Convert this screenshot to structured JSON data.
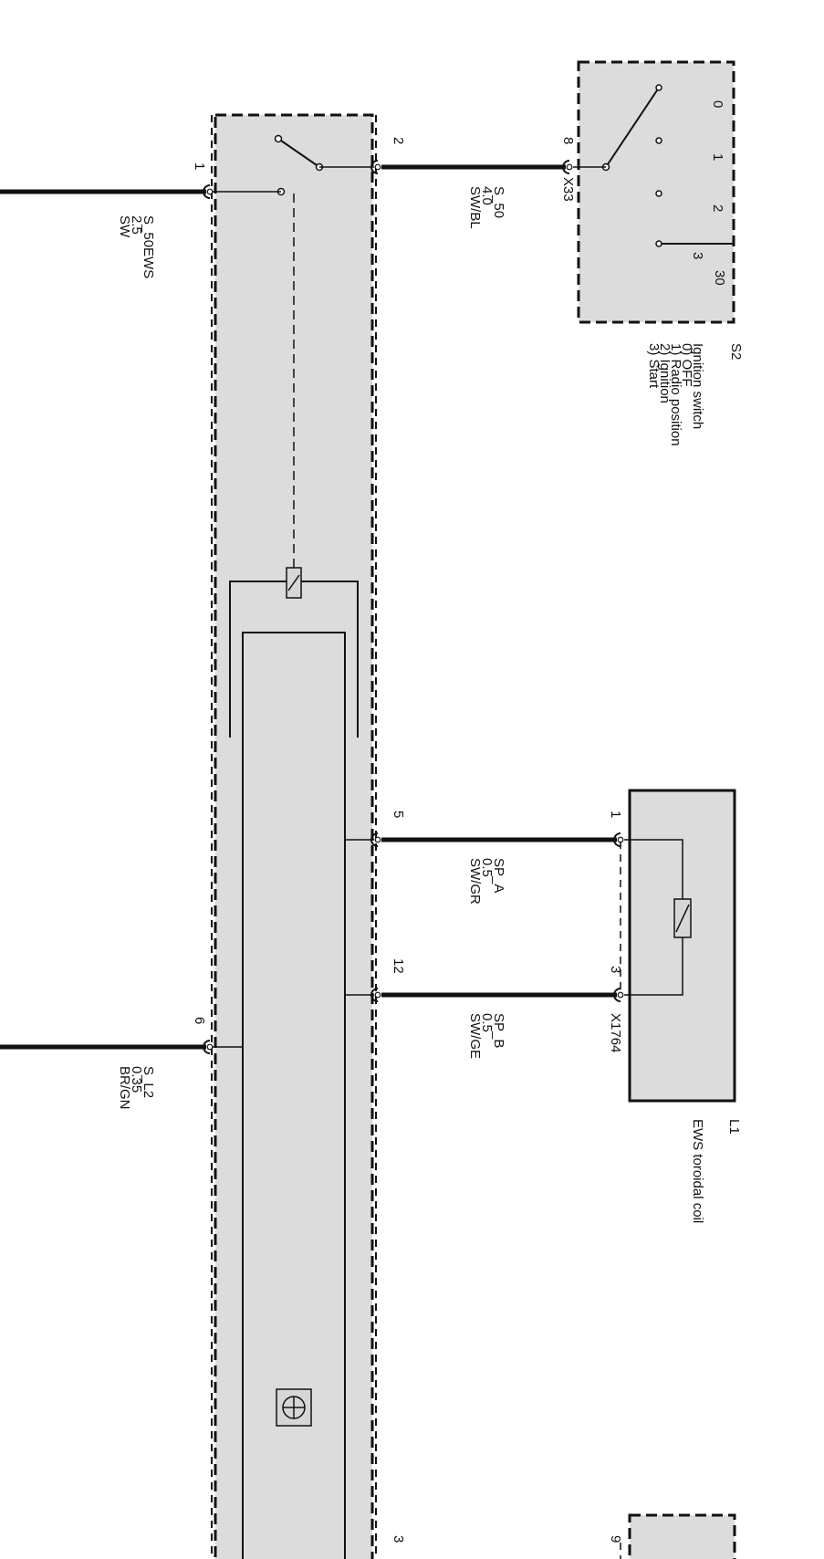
{
  "diagram": {
    "ignition_switch": {
      "ref": "S2",
      "description_lines": [
        "Ignition switch",
        "0) OFF",
        "1) Radio position",
        "2) Ignition",
        "3) Start"
      ],
      "positions": [
        "0",
        "1",
        "2",
        "3"
      ],
      "terminal": "30",
      "pin": "8",
      "connector": "X33"
    },
    "ews_module": {
      "pins": {
        "p1": "1",
        "p2": "2",
        "p5": "5",
        "p12": "12",
        "p6": "6",
        "p3": "3"
      }
    },
    "toroidal_coil": {
      "ref": "L1",
      "description": "EWS toroidal coil",
      "pin_a": "1",
      "pin_b": "3",
      "connector": "X1764"
    },
    "lower_right_box": {
      "pin": "9"
    },
    "wires": [
      {
        "name": "S_50EWS",
        "size": "2.5",
        "color": "SW"
      },
      {
        "name": "S_50",
        "size": "4.0",
        "color": "SW/BL"
      },
      {
        "name": "SP_A",
        "size": "0.5",
        "color": "SW/GR"
      },
      {
        "name": "SP_B",
        "size": "0.5",
        "color": "SW/GE"
      },
      {
        "name": "S_L2",
        "size": "0.35",
        "color": "BR/GN"
      }
    ],
    "colors": {
      "module_fill": "#dcdcdc",
      "wire": "#111111",
      "outline": "#111111"
    }
  }
}
